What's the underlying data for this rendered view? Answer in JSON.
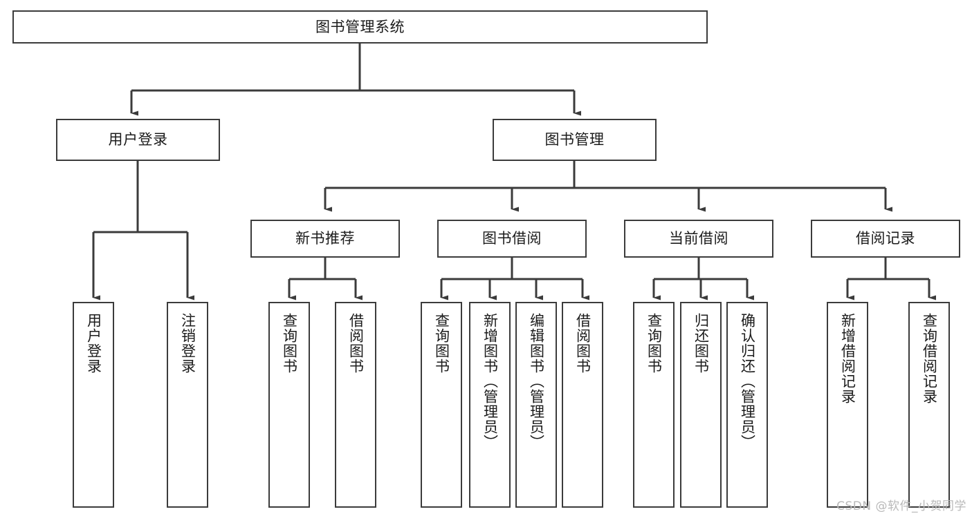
{
  "diagram": {
    "title": "图书管理系统",
    "watermark": "CSDN @软件_小贺同学",
    "colors": {
      "stroke": "#3b3b3b",
      "background": "#ffffff",
      "text": "#1b1b1b",
      "watermark": "#b9b9b9"
    },
    "nodes": {
      "root": "图书管理系统",
      "user_login": "用户登录",
      "book_manage": "图书管理",
      "new_book_recommend": "新书推荐",
      "book_borrow": "图书借阅",
      "current_borrow": "当前借阅",
      "borrow_record": "借阅记录",
      "leaf_user_login": "用户登录",
      "leaf_user_logout": "注销登录",
      "leaf_query_book_1": "查询图书",
      "leaf_borrow_book_1": "借阅图书",
      "leaf_query_book_2": "查询图书",
      "leaf_add_book_admin": "新增图书（管理员）",
      "leaf_edit_book_admin": "编辑图书（管理员）",
      "leaf_borrow_book_2": "借阅图书",
      "leaf_query_book_3": "查询图书",
      "leaf_return_book": "归还图书",
      "leaf_confirm_return_admin": "确认归还（管理员）",
      "leaf_add_borrow_record": "新增借阅记录",
      "leaf_query_borrow_record": "查询借阅记录"
    }
  }
}
